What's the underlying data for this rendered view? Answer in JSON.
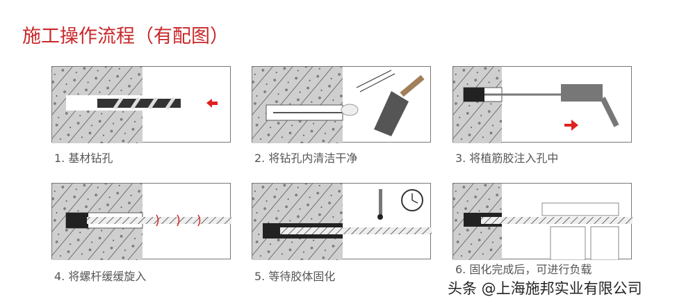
{
  "title": "施工操作流程（有配图）",
  "steps": [
    {
      "label": "1. 基材钻孔"
    },
    {
      "label": "2. 将钻孔内清洁干净"
    },
    {
      "label": "3. 将植筋胶注入孔中"
    },
    {
      "label": "4. 将螺杆缓缓旋入"
    },
    {
      "label": "5. 等待胶体固化"
    },
    {
      "label": "6. 固化完成后，可进行负载"
    }
  ],
  "watermark": "头条 @上海施邦实业有限公司",
  "colors": {
    "title": "#c8282a",
    "arrow": "#e02020",
    "concrete": "#cfcfcf"
  }
}
